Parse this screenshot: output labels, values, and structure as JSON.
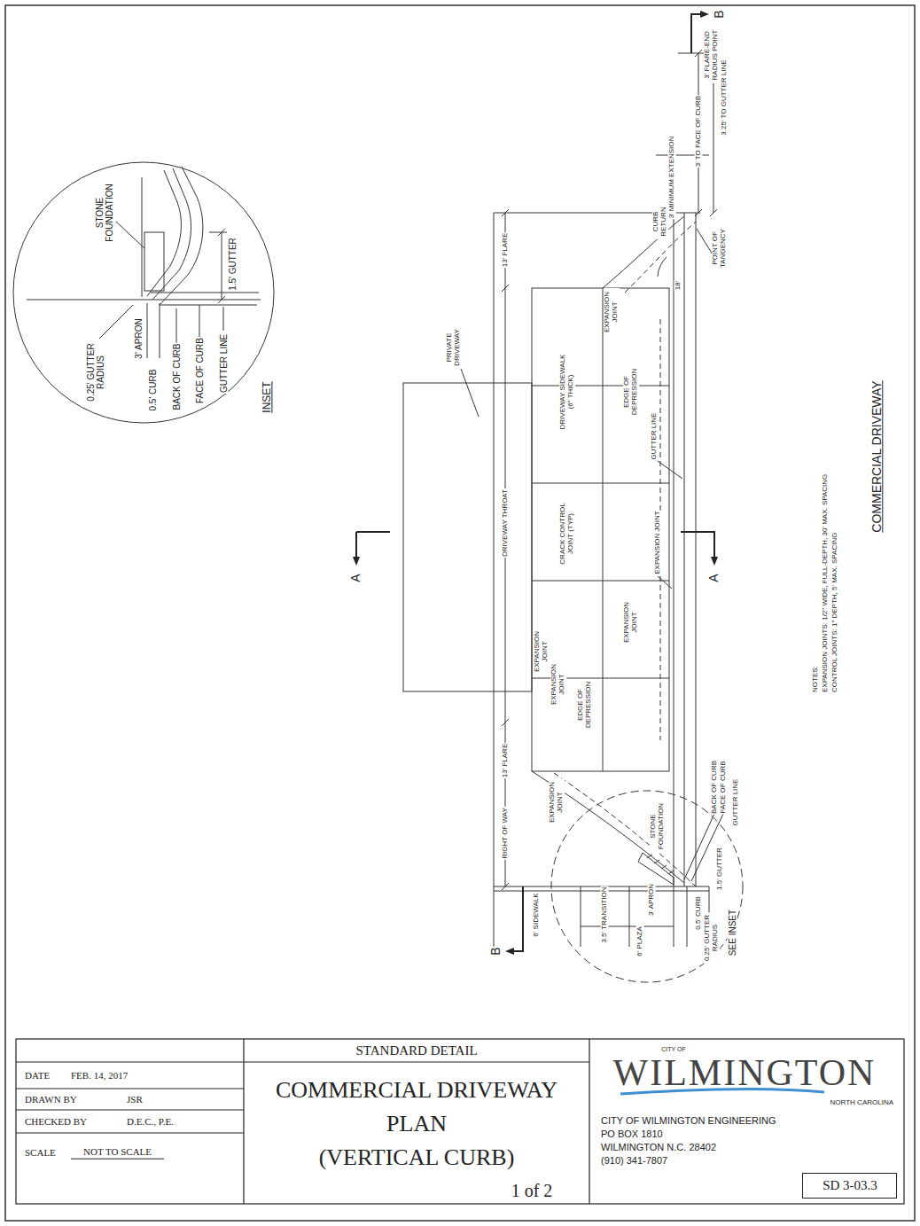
{
  "diagram": {
    "nodes": [
      {
        "text": [
          "STANDARD DETAIL"
        ]
      },
      {
        "text": [
          "DATE",
          "FEB. 14, 2017"
        ]
      },
      {
        "text": [
          "COMMERCIAL DRIVEWAY PLAN (VERTICAL CURB)",
          "1 of 2"
        ]
      },
      {
        "text": [
          "CITY OF",
          "WILMINGTON",
          "NORTH CAROLINA",
          "CITY OF WILMINGTON ENGINEERING",
          "PO BOX 1810",
          "WILMINGTON N.C. 28402",
          "(910) 341-7807"
        ]
      },
      {
        "text": [
          "SD 3-03.3"
        ],
        "in": 3
      },
      {
        "text": [
          "DRAWN BY",
          "JSR"
        ]
      },
      {
        "text": [
          "CHECKED BY",
          "D.E.C., P.E."
        ]
      },
      {
        "text": [
          "SCALE",
          "NOT TO SCALE"
        ]
      }
    ],
    "labels": [
      "B",
      "3' FLARE-END RADIUS POINT",
      "3.25' TO GUTTER LINE",
      "3' TO FACE OF CURB",
      "3' MINIMUM EXTENSION",
      "CURB RETURN",
      "POINT OF TANGENCY",
      "18'",
      "13' FLARE",
      "EXPANSION JOINT",
      "EDGE OF DEPRESSION",
      "DRIVEWAY SIDEWALK (6\" THICK)",
      "PRIVATE DRIVEWAY",
      "GUTTER LINE",
      "DRIVEWAY THROAT",
      "CRACK CONTROL JOINT (TYP)",
      "EXPANSION JOINT",
      "A",
      "A",
      "EXPANSION JOINT",
      "EXPANSION JOINT",
      "NOTES:",
      "EXPANSION JOINTS: 1/2\" WIDE, FULL-DEPTH, 30' MAX. SPACING",
      "CONTROL JOINTS: 1\" DEPTH, 5' MAX. SPACING",
      "COMMERCIAL DRIVEWAY",
      "EXPANSION JOINT",
      "EDGE OF DEPRESSION",
      "EXPANSION JOINT",
      "13' FLARE",
      "RIGHT OF WAY",
      "STONE FOUNDATION",
      "BACK OF CURB",
      "FACE OF CURB",
      "GUTTER LINE",
      "6' SIDEWALK",
      "3.5' TRANSITION",
      "6' PLAZA",
      "3' APRON",
      "0.5' CURB",
      "0.25' GUTTER RADIUS",
      "1.5' GUTTER",
      "SEE INSET",
      "B",
      "STONE FOUNDATION",
      "1.5' GUTTER",
      "3' APRON",
      "0.25' GUTTER RADIUS",
      "0.5' CURB",
      "BACK OF CURB",
      "FACE OF CURB",
      "GUTTER LINE",
      "INSET"
    ]
  }
}
